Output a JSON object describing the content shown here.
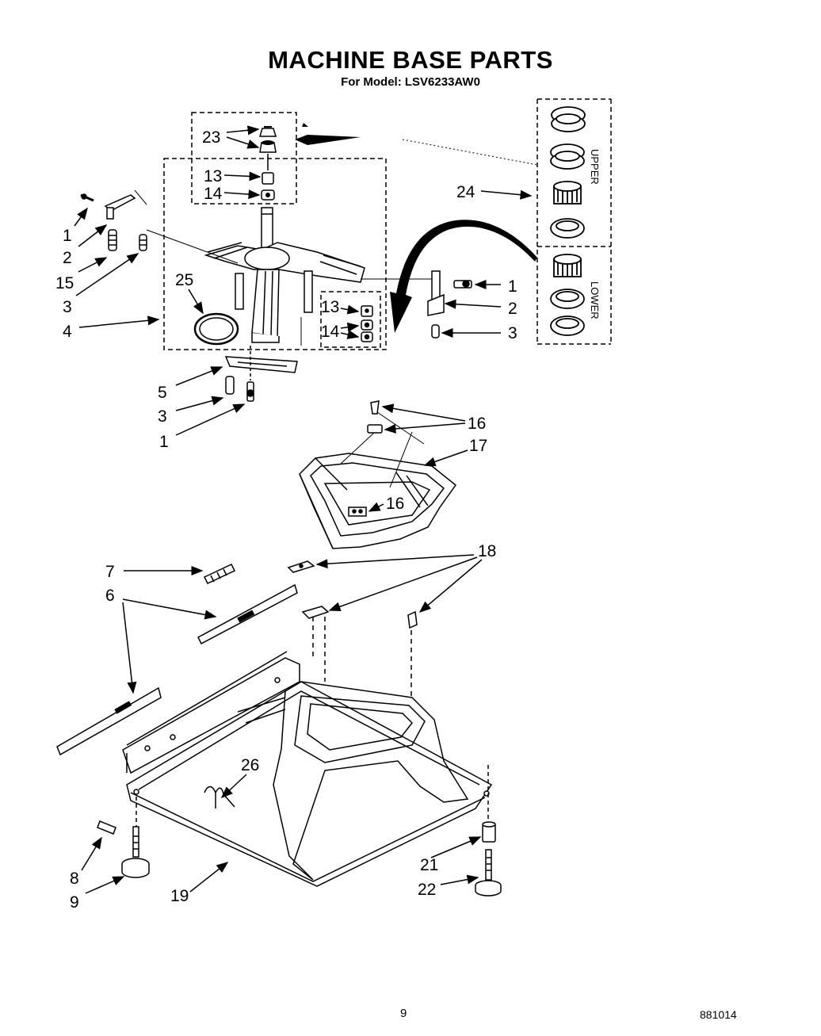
{
  "title": "MACHINE BASE PARTS",
  "subtitle": "For Model: LSV6233AW0",
  "page_number": "9",
  "document_code": "881014",
  "parts_box": {
    "upper_label": "UPPER",
    "lower_label": "LOWER"
  },
  "callouts": {
    "c23": "23",
    "c13a": "13",
    "c14a": "14",
    "c1a": "1",
    "c2a": "2",
    "c15": "15",
    "c3a": "3",
    "c4": "4",
    "c25": "25",
    "c24": "24",
    "c1b": "1",
    "c2b": "2",
    "c3b": "3",
    "c13b": "13",
    "c14b": "14",
    "c5": "5",
    "c3c": "3",
    "c1c": "1",
    "c16a": "16",
    "c17": "17",
    "c16b": "16",
    "c18": "18",
    "c7": "7",
    "c6": "6",
    "c26": "26",
    "c8": "8",
    "c9": "9",
    "c19": "19",
    "c21": "21",
    "c22": "22"
  }
}
